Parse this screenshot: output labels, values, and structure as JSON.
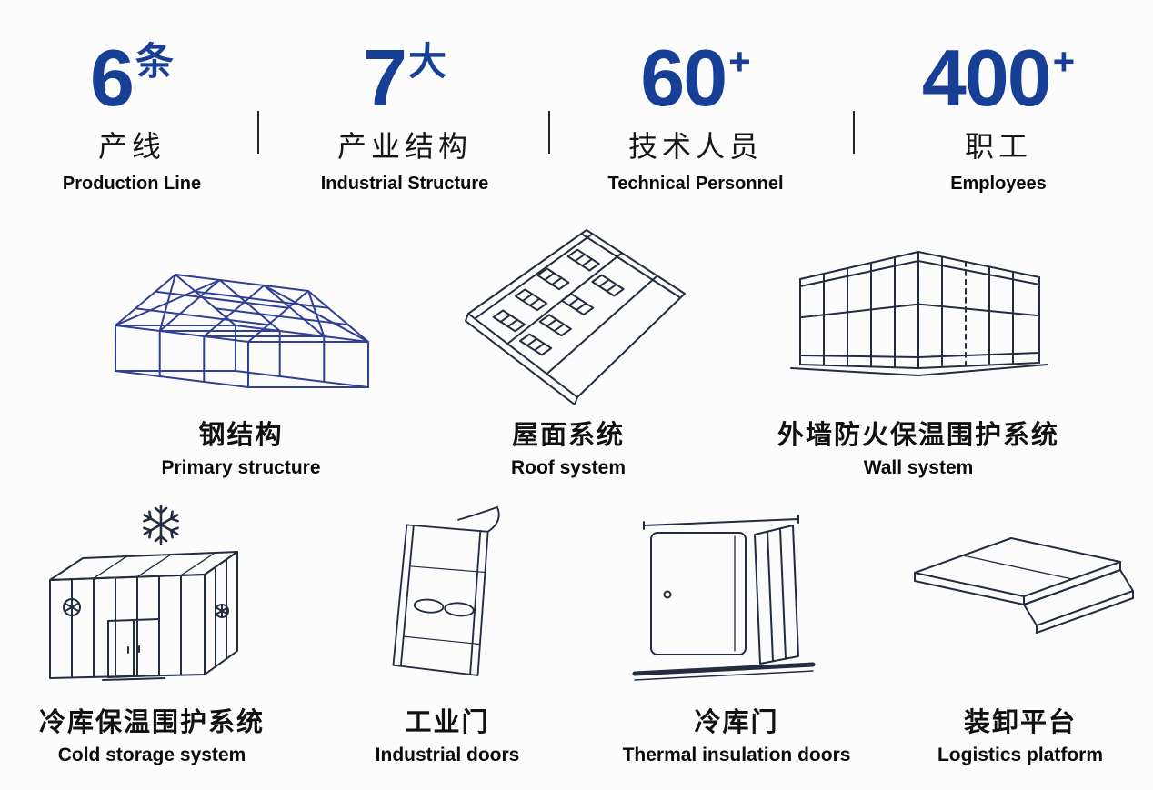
{
  "palette": {
    "accent": "#183f96",
    "ink": "#232d3f",
    "steel": "#313f94",
    "bg": "#fcfcfc"
  },
  "stats": [
    {
      "value": "6",
      "unit": "条",
      "label_zh": "产线",
      "label_en": "Production Line"
    },
    {
      "value": "7",
      "unit": "大",
      "label_zh": "产业结构",
      "label_en": "Industrial Structure"
    },
    {
      "value": "60",
      "unit": "+",
      "label_zh": "技术人员",
      "label_en": "Technical Personnel"
    },
    {
      "value": "400",
      "unit": "+",
      "label_zh": "职工",
      "label_en": "Employees"
    }
  ],
  "products": [
    {
      "icon": "steel-structure",
      "zh": "钢结构",
      "en": "Primary structure"
    },
    {
      "icon": "roof-system",
      "zh": "屋面系统",
      "en": "Roof system"
    },
    {
      "icon": "wall-system",
      "zh": "外墙防火保温围护系统",
      "en": "Wall system"
    },
    {
      "icon": "cold-storage",
      "zh": "冷库保温围护系统",
      "en": "Cold storage system"
    },
    {
      "icon": "industrial-door",
      "zh": "工业门",
      "en": "Industrial doors"
    },
    {
      "icon": "cold-storage-door",
      "zh": "冷库门",
      "en": "Thermal insulation doors"
    },
    {
      "icon": "loading-platform",
      "zh": "装卸平台",
      "en": "Logistics platform"
    }
  ]
}
